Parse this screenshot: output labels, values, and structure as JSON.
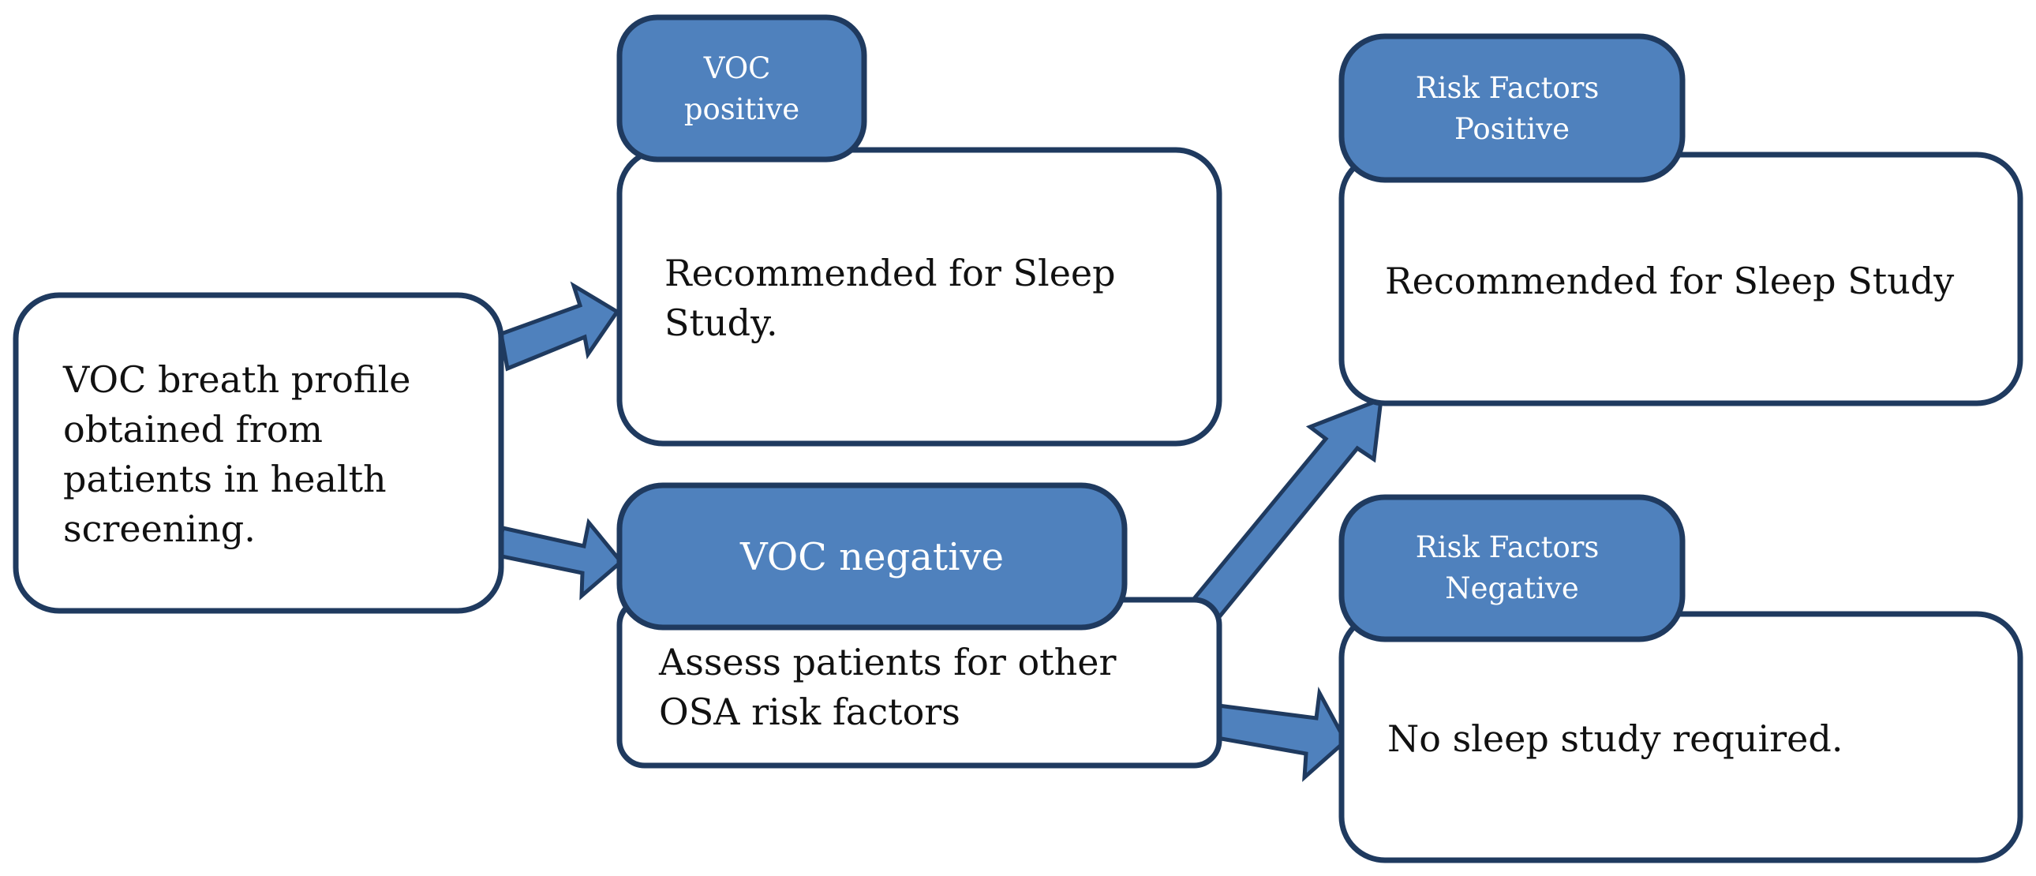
{
  "nodes": {
    "start": {
      "lines": [
        "VOC breath profile",
        "obtained from",
        "patients in health",
        "screening."
      ]
    },
    "voc_positive_tag": {
      "lines": [
        "VOC",
        "positive"
      ]
    },
    "voc_positive_box": {
      "lines": [
        "Recommended for Sleep",
        "Study."
      ]
    },
    "voc_negative_tag": {
      "lines": [
        "VOC negative"
      ]
    },
    "voc_negative_box": {
      "lines": [
        "Assess patients for other",
        "OSA risk factors"
      ]
    },
    "rf_positive_tag": {
      "lines": [
        "Risk Factors",
        "Positive"
      ]
    },
    "rf_positive_box": {
      "lines": [
        "Recommended for Sleep Study"
      ]
    },
    "rf_negative_tag": {
      "lines": [
        "Risk Factors",
        "Negative"
      ]
    },
    "rf_negative_box": {
      "lines": [
        "No sleep study required."
      ]
    }
  },
  "colors": {
    "accent_fill": "#4f81bd",
    "outline": "#1f3a5f",
    "text_dark": "#111111",
    "text_light": "#ffffff"
  }
}
